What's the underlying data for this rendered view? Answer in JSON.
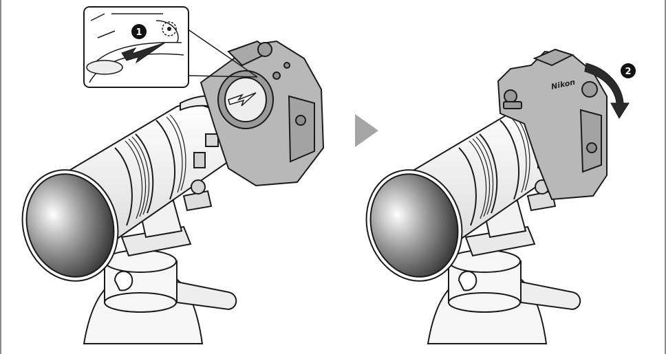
{
  "steps": [
    {
      "number": "1"
    },
    {
      "number": "2"
    }
  ],
  "camera": {
    "brand": "Nikon"
  },
  "icons": {
    "arrow_between": "play-triangle-icon",
    "mount_arrow": "insert-arrow-icon",
    "rotation_arrow": "curved-rotate-arrow-icon"
  },
  "colors": {
    "line": "#1a1a1a",
    "camera_body": "#b8b8b8",
    "lens_barrel": "#f4f4f4",
    "badge": "#111111",
    "arrow_gray": "#a5a5a5"
  }
}
